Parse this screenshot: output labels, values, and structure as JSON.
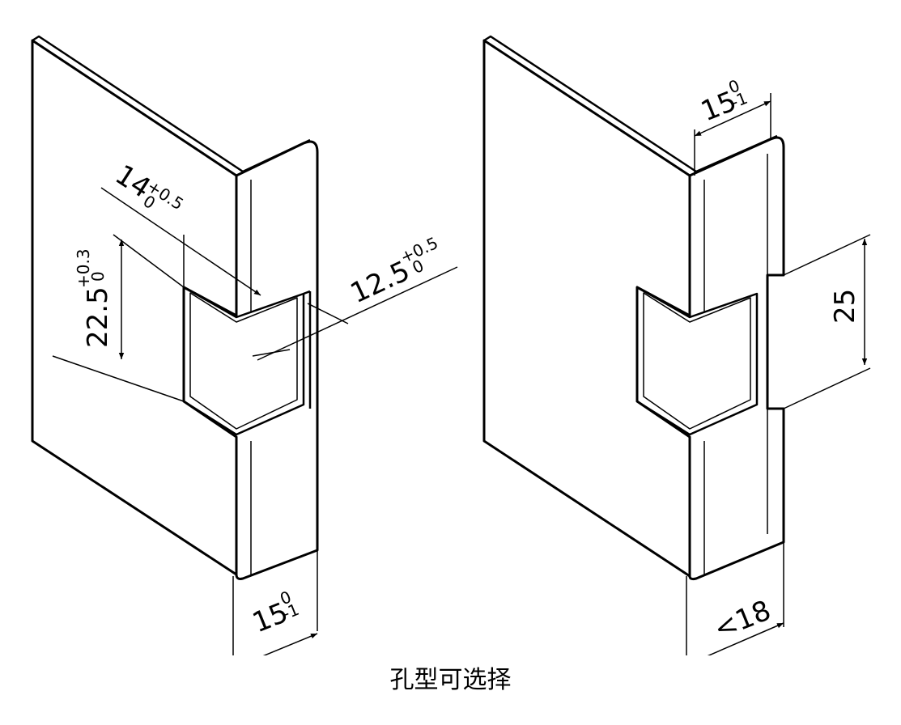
{
  "caption": "孔型可选择",
  "left_view": {
    "dims": {
      "width_bottom": {
        "main": "15",
        "upper": "0",
        "lower": "-1"
      },
      "notch_offset": {
        "main": "14",
        "upper": "+0.5",
        "lower": "0"
      },
      "notch_depth": {
        "main": "12.5",
        "upper": "+0.5",
        "lower": "0"
      },
      "notch_height": {
        "main": "22.5",
        "upper": "+0.3",
        "lower": "0"
      }
    }
  },
  "right_view": {
    "dims": {
      "width_top": {
        "main": "15",
        "upper": "0",
        "lower": "-1"
      },
      "slot_height": {
        "main": "25"
      },
      "width_bottom": {
        "main": "<18"
      }
    }
  }
}
